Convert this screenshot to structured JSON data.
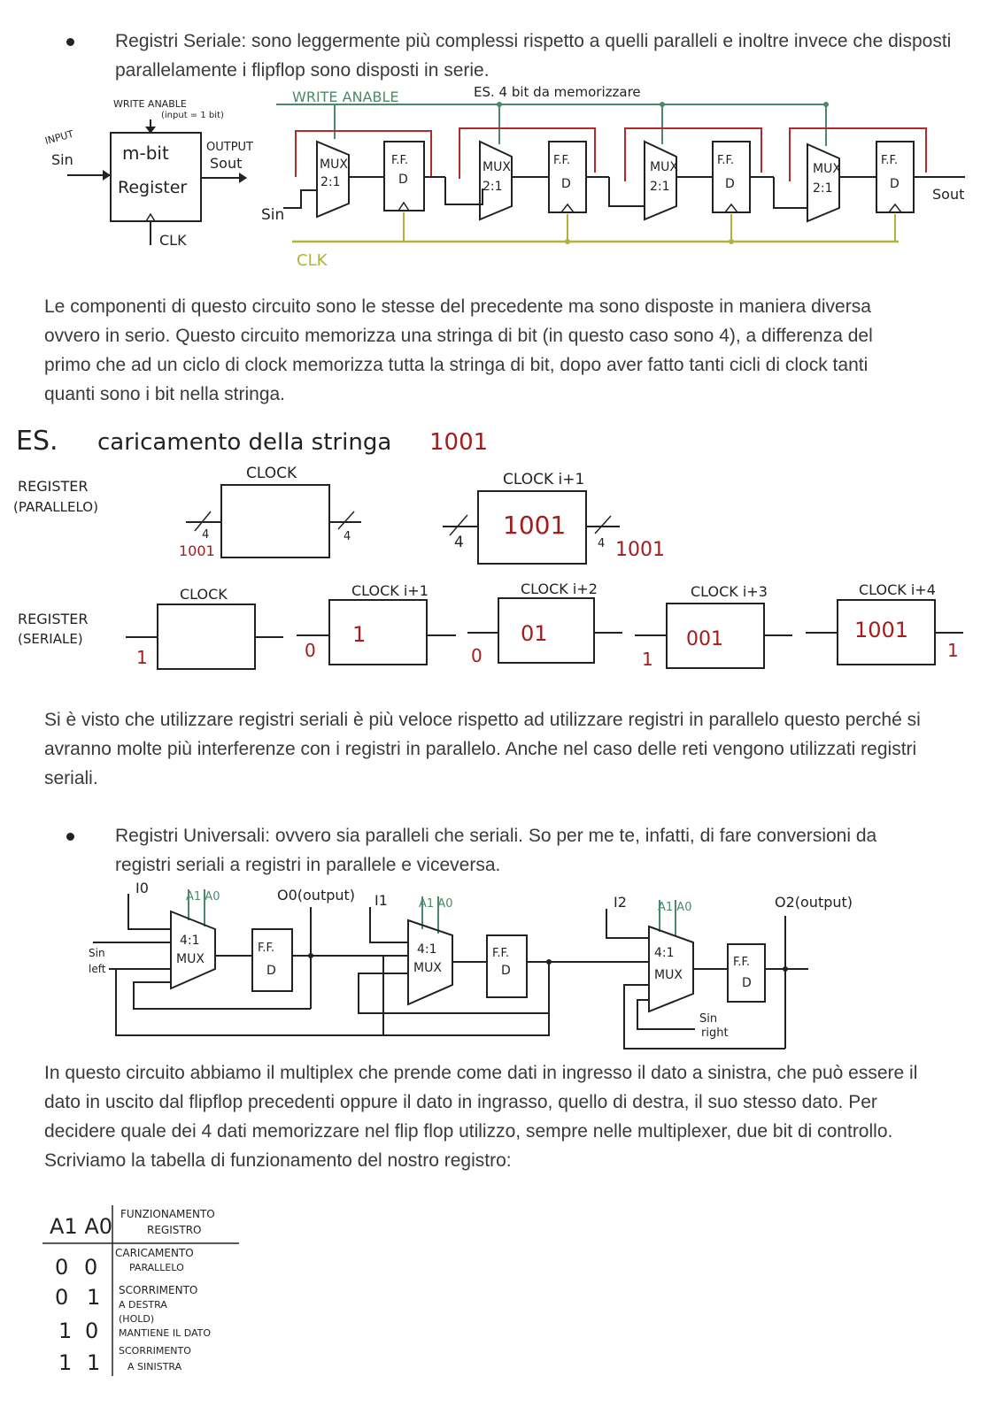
{
  "section_serial": {
    "bullet_text": "Registri Seriale: sono leggermente più complessi rispetto a quelli paralleli e inoltre invece che disposti parallelamente i flipflop sono disposti in serie.",
    "diagram": {
      "block_title": "m-bit",
      "block_subtitle": "Register",
      "write_enable_label": "WRITE ANABLE",
      "write_enable_note": "(input = 1 bit)",
      "input_label": "INPUT",
      "input_signal": "Sin",
      "output_label": "OUTPUT",
      "output_signal": "Sout",
      "clk_label": "CLK",
      "chain_write_label": "WRITE ANABLE",
      "chain_note": "ES. 4 bit da memorizzare",
      "chain_sin": "Sin",
      "chain_sout": "Sout",
      "chain_clk": "CLK",
      "mux_label": "MUX",
      "mux_ratio": "2:1",
      "ff_label": "F.F.",
      "ff_type": "D"
    },
    "paragraph": "Le componenti di questo circuito sono le stesse del precedente ma sono disposte in maniera diversa ovvero in serio. Questo circuito memorizza una stringa di bit (in questo caso sono 4), a differenza del primo che ad un ciclo di clock memorizza tutta la stringa di bit,  dopo aver fatto tanti cicli di clock tanti quanti sono i bit nella stringa."
  },
  "example": {
    "heading": "ES.",
    "heading_text": "caricamento della stringa",
    "heading_value": "1001",
    "parallel_label_1": "REGISTER",
    "parallel_label_2": "(PARALLELO)",
    "parallel_clock_1": "CLOCK",
    "parallel_clock_2": "CLOCK i+1",
    "bus_width": "4",
    "input_value": "1001",
    "stored_value": "1001",
    "output_value": "1001",
    "serial_label_1": "REGISTER",
    "serial_label_2": "(SERIALE)",
    "serial_steps": [
      {
        "clock": "CLOCK",
        "input": "1",
        "content": "",
        "output": ""
      },
      {
        "clock": "CLOCK i+1",
        "input": "0",
        "content": "1",
        "output": ""
      },
      {
        "clock": "CLOCK i+2",
        "input": "0",
        "content": "01",
        "output": ""
      },
      {
        "clock": "CLOCK i+3",
        "input": "1",
        "content": "001",
        "output": ""
      },
      {
        "clock": "CLOCK i+4",
        "input": "",
        "content": "1001",
        "output": "1"
      }
    ]
  },
  "paragraph_speed": " Si è visto che utilizzare registri seriali è più veloce rispetto ad utilizzare registri in parallelo questo perché si avranno molte più interferenze con i registri in parallelo. Anche nel caso delle reti vengono utilizzati registri seriali.",
  "section_universal": {
    "bullet_text": "Registri Universali: ovvero sia paralleli che seriali. So per me te, infatti, di fare conversioni da registri seriali a registri in parallele e viceversa.",
    "diagram": {
      "input_0": "I0",
      "input_1": "I1",
      "input_2": "I2",
      "control": "A1 A0",
      "output_0": "O0(output)",
      "output_2": "O2(output)",
      "sin_left_1": "Sin",
      "sin_left_2": "left",
      "sin_right_1": "Sin",
      "sin_right_2": "right",
      "mux_ratio": "4:1",
      "mux_label": "MUX",
      "ff_label": "F.F.",
      "ff_type": "D"
    },
    "paragraph": "In questo circuito abbiamo il multiplex che prende come dati in ingresso il dato a sinistra, che può essere il dato in uscito dal flipflop precedenti oppure il dato in ingrasso, quello di destra, il suo stesso dato.  Per decidere quale dei 4 dati memorizzare nel flip flop utilizzo, sempre nelle multiplexer, due bit di controllo. Scriviamo la tabella di funzionamento del nostro registro:"
  },
  "table": {
    "header_control": "A1 A0",
    "header_function_1": "FUNZIONAMENTO",
    "header_function_2": "REGISTRO",
    "rows": [
      {
        "a1": "0",
        "a0": "0",
        "f1": "CARICAMENTO",
        "f2": "PARALLELO",
        "f3": ""
      },
      {
        "a1": "0",
        "a0": "1",
        "f1": "SCORRIMENTO",
        "f2": "A DESTRA",
        "f3": "(HOLD)"
      },
      {
        "a1": "1",
        "a0": "0",
        "f1": "MANTIENE IL DATO",
        "f2": "",
        "f3": ""
      },
      {
        "a1": "1",
        "a0": "1",
        "f1": "SCORRIMENTO",
        "f2": "A SINISTRA",
        "f3": ""
      }
    ]
  },
  "colors": {
    "text": "#3a3a3a",
    "wire_green": "#4a8a6a",
    "wire_olive": "#b0b23a",
    "wire_red": "#b52a2a",
    "value_red": "#a61b1b",
    "watermark": "#78b4e1"
  }
}
